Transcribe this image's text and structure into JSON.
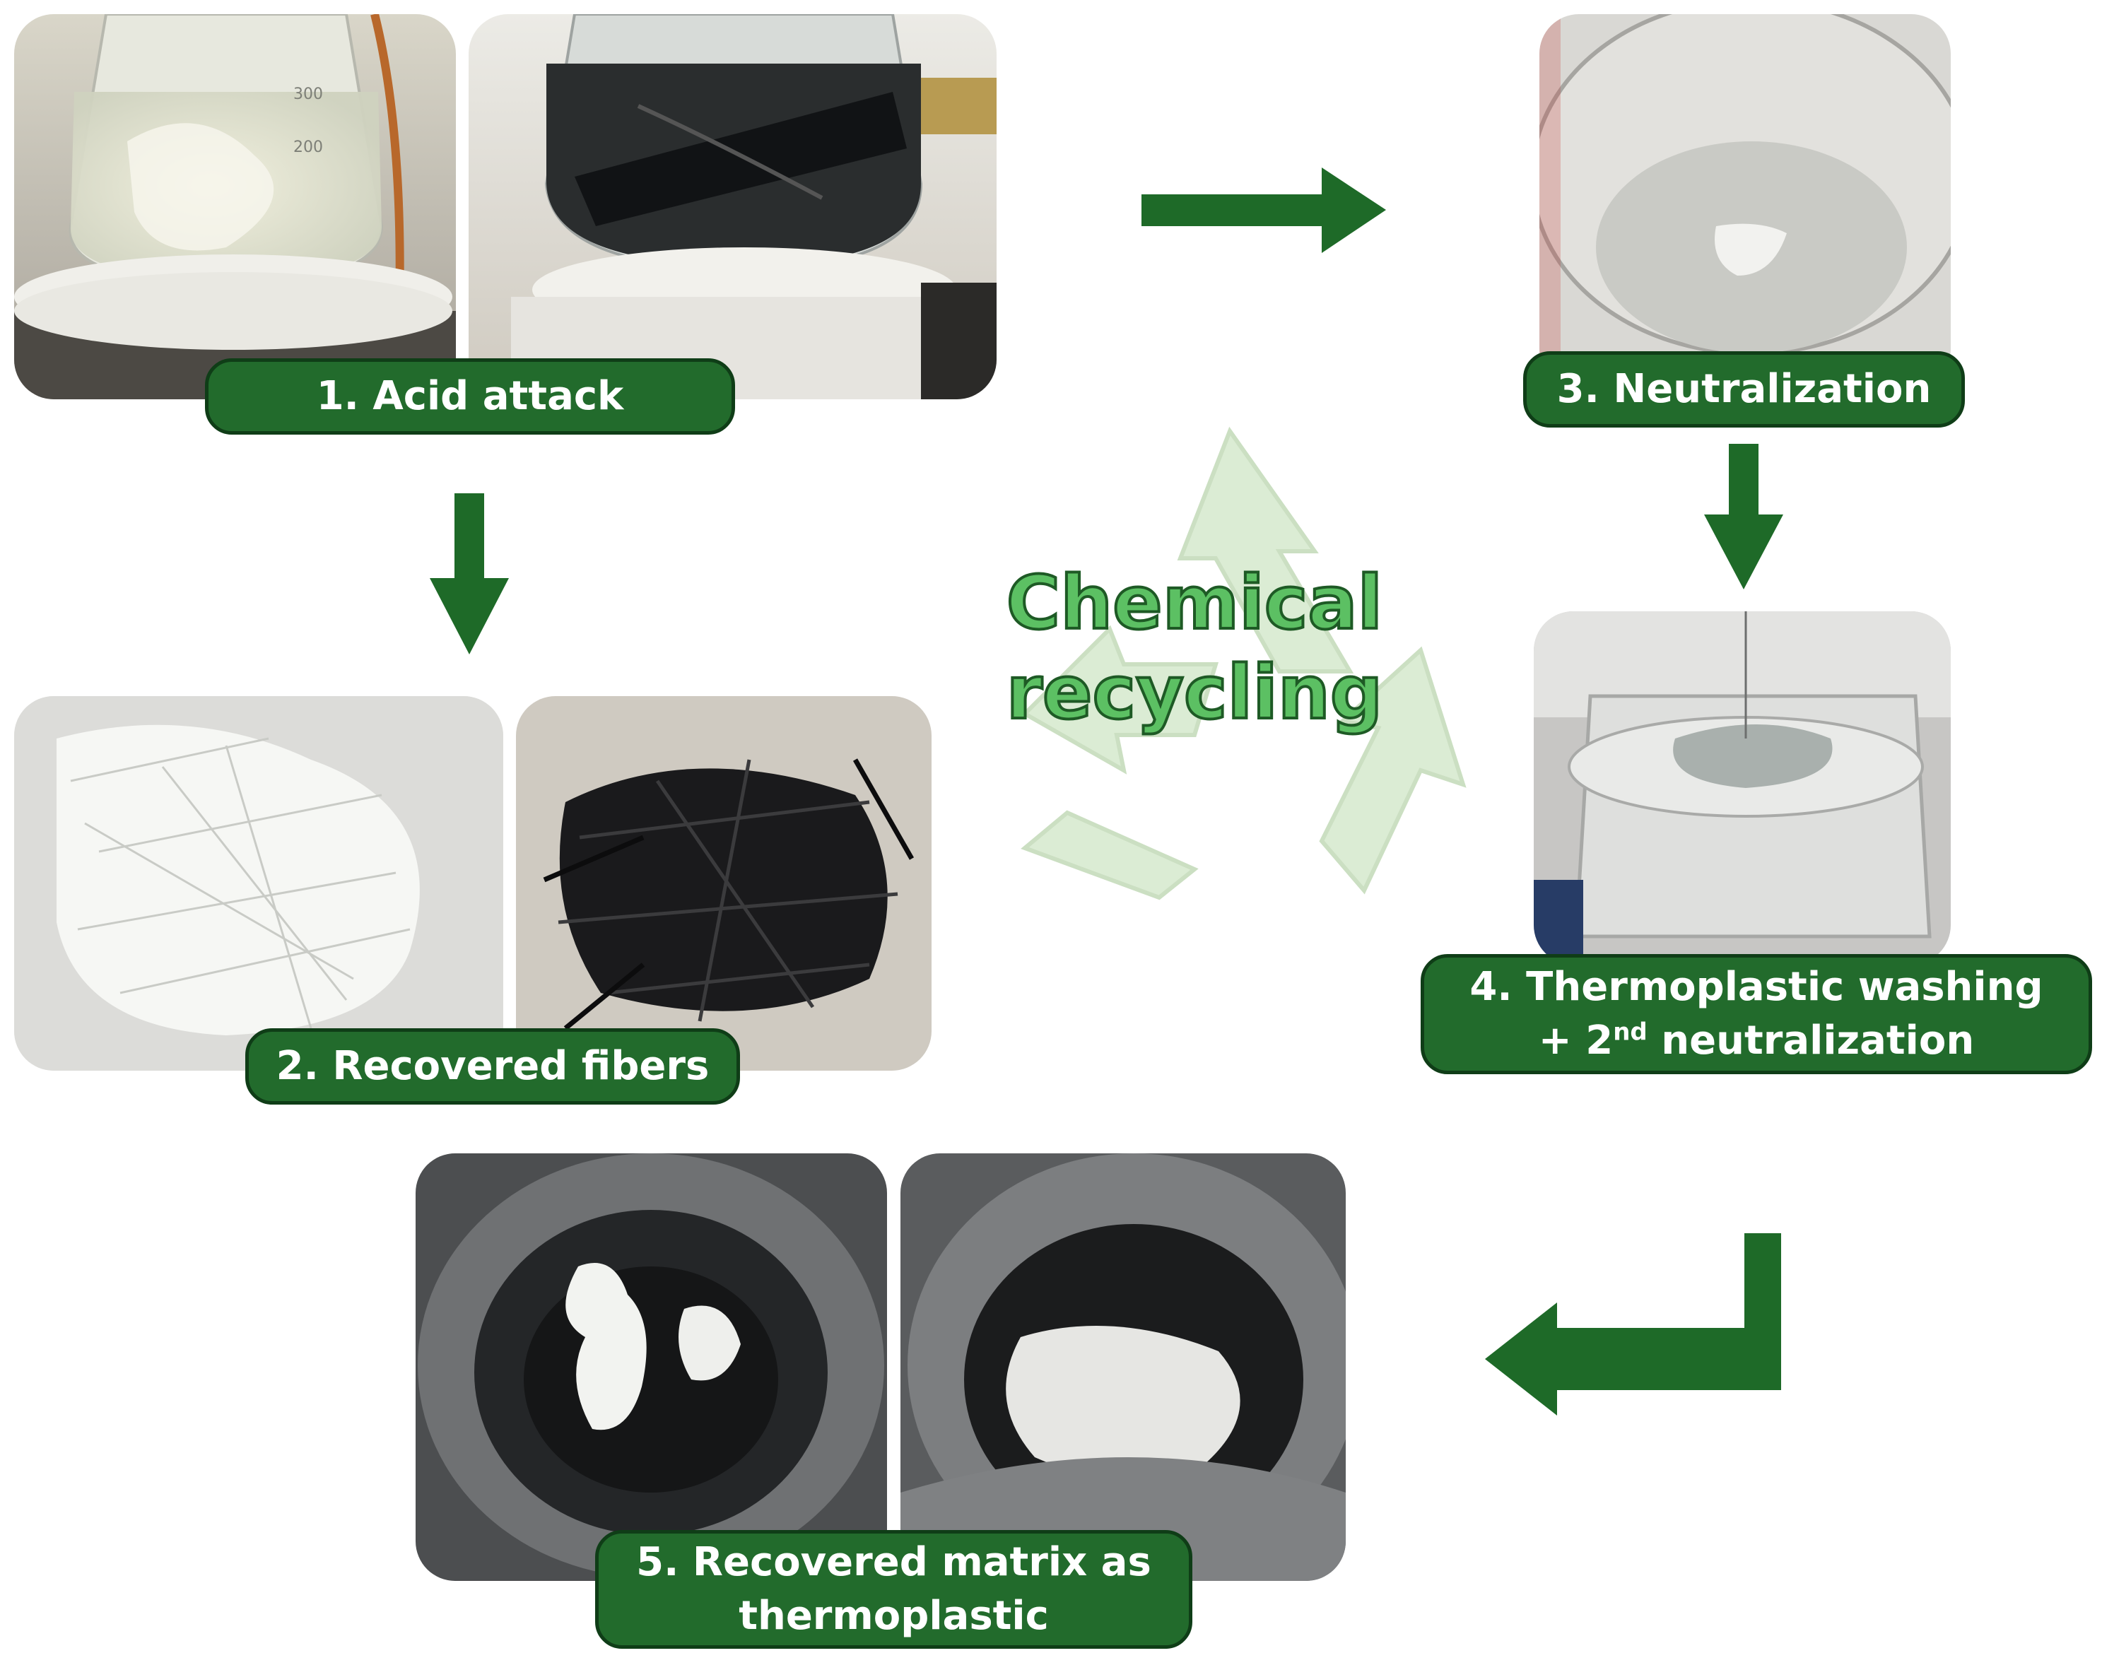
{
  "diagram_title": {
    "line1": "Chemical",
    "line2": "recycling"
  },
  "steps": [
    {
      "label": "1. Acid attack"
    },
    {
      "label": "2. Recovered fibers"
    },
    {
      "label": "3. Neutralization"
    },
    {
      "label_line1": "4. Thermoplastic washing",
      "label_line2_prefix": "+ 2",
      "label_line2_sup": "nd",
      "label_line2_suffix": " neutralization"
    },
    {
      "label_line1": "5. Recovered matrix as",
      "label_line2": "thermoplastic"
    }
  ],
  "beaker_markings": [
    "300",
    "200"
  ],
  "colors": {
    "label_fill": "#226b2c",
    "label_border": "#0f3d17",
    "arrow": "#1e6a28",
    "recycle_symbol": "#d8ead0",
    "title_fill": "#5cc063"
  },
  "icons": [
    "recycle-icon",
    "arrow-right-icon",
    "arrow-down-icon",
    "arrow-turn-left-icon"
  ]
}
